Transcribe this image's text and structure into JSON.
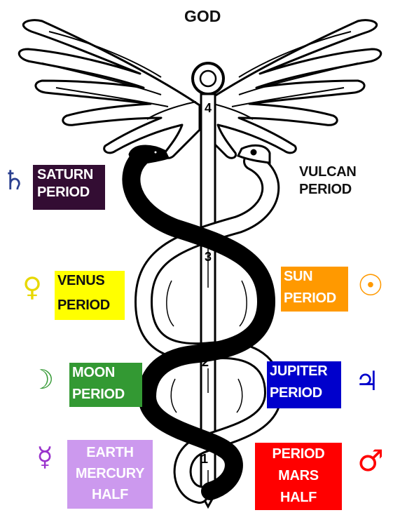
{
  "title": "GOD",
  "stage_numbers": [
    "4",
    "3",
    "2",
    "1"
  ],
  "periods": {
    "saturn": {
      "lines": [
        "SATURN",
        "PERIOD"
      ],
      "symbol": "♄",
      "bg": "#330d33",
      "fg": "#ffffff",
      "symbol_color": "#2a3f8f"
    },
    "vulcan": {
      "lines": [
        "VULCAN",
        "PERIOD"
      ],
      "symbol": "",
      "bg": "#ffffff",
      "fg": "#111111"
    },
    "venus": {
      "lines": [
        "VENUS",
        "PERIOD"
      ],
      "symbol": "♀",
      "bg": "#ffff00",
      "fg": "#111111",
      "symbol_color": "#e7d800"
    },
    "sun": {
      "lines": [
        "SUN",
        "PERIOD"
      ],
      "symbol": "☉",
      "bg": "#ff9900",
      "fg": "#ffffff",
      "symbol_color": "#ff9900"
    },
    "moon": {
      "lines": [
        "MOON",
        "PERIOD"
      ],
      "symbol": "☽",
      "bg": "#339933",
      "fg": "#ffffff",
      "symbol_color": "#339933"
    },
    "jupiter": {
      "lines": [
        "JUPITER",
        "PERIOD"
      ],
      "symbol": "♃",
      "bg": "#0000cc",
      "fg": "#ffffff",
      "symbol_color": "#0000cc"
    },
    "earth": {
      "lines": [
        "EARTH",
        "MERCURY",
        "HALF"
      ],
      "symbol": "☿",
      "bg": "#cc99ee",
      "fg": "#ffffff",
      "symbol_color": "#9933cc"
    },
    "mars": {
      "lines": [
        "PERIOD",
        "MARS",
        "HALF"
      ],
      "symbol": "♂",
      "bg": "#ff0000",
      "fg": "#ffffff",
      "symbol_color": "#ff0000"
    }
  }
}
